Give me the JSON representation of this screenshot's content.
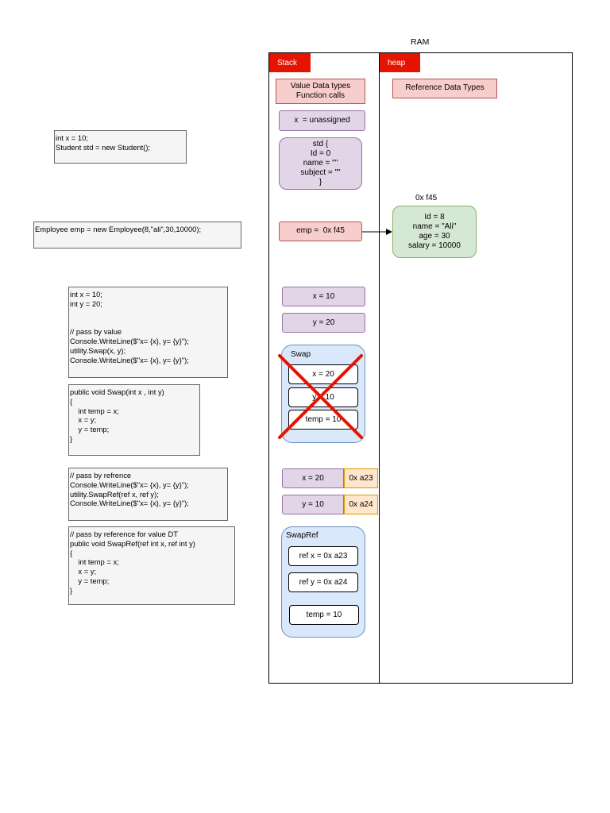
{
  "code_blocks": {
    "declare": "int x = 10;\nStudent std = new Student();",
    "employee": "Employee emp = new Employee(8,\"ali\",30,10000);",
    "pass_by_value": "int x = 10;\nint y = 20;\n\n\n// pass by value\nConsole.WriteLine($\"x= {x}, y= {y}\");\nutility.Swap(x, y);\nConsole.WriteLine($\"x= {x}, y= {y}\");",
    "swap_method": "public void Swap(int x , int y)\n{\n    int temp = x;\n    x = y;\n    y = temp;\n}",
    "pass_by_reference": "// pass by refrence\nConsole.WriteLine($\"x= {x}, y= {y}\");\nutility.SwapRef(ref x, ref y);\nConsole.WriteLine($\"x= {x}, y= {y}\");",
    "swapref_method": "// pass by reference for value DT\npublic void SwapRef(ref int x, ref int y)\n{\n    int temp = x;\n    x = y;\n    y = temp;\n}"
  },
  "ram": {
    "title": "RAM",
    "stack_tab": "Stack",
    "heap_tab": "heap",
    "stack_header": "Value Data types\nFunction calls",
    "heap_header": "Reference Data Types"
  },
  "stack": {
    "x_unassigned": "x  = unassigned",
    "std_object": "std {\nId = 0\nname = \"\"\nsubject = \"\"\n}",
    "emp_ref": "emp =  0x f45",
    "x_value": "x = 10",
    "y_value": "y = 20",
    "swap_frame": {
      "title": "Swap",
      "x": "x = 20",
      "y": "y = 10",
      "temp": "temp = 10"
    },
    "x_swapped": "x = 20",
    "x_address": "0x a23",
    "y_swapped": "y = 10",
    "y_address": "0x a24",
    "swapref_frame": {
      "title": "SwapRef",
      "ref_x": "ref x =  0x a23",
      "ref_y": "ref y =  0x a24",
      "temp": "temp = 10"
    }
  },
  "heap": {
    "address_label": "0x f45",
    "employee_object": "Id = 8\nname = \"Ali\"\nage = 30\nsalary = 10000"
  },
  "colors": {
    "tab_red": "#e51400",
    "pink": "#f8cecc",
    "purple": "#e1d5e7",
    "green": "#d5e8d4",
    "blue": "#dae8fc",
    "orange": "#ffe6cc",
    "cross_red": "#e51400"
  }
}
